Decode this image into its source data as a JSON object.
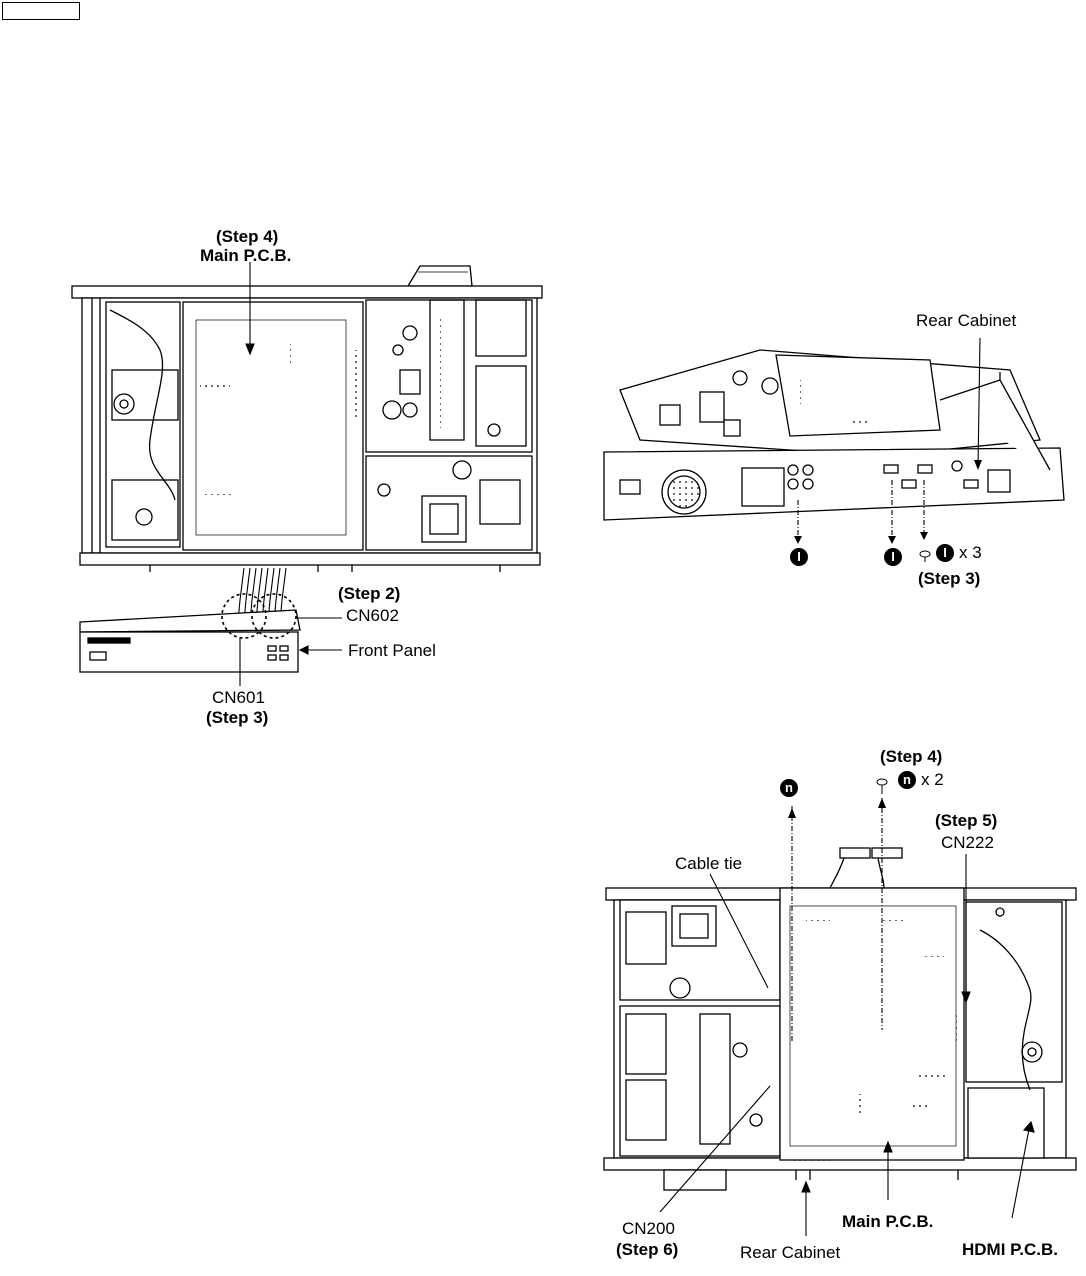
{
  "top_left": {
    "step4": "(Step 4)",
    "main_pcb": "Main P.C.B.",
    "step2": "(Step 2)",
    "cn602": "CN602",
    "front_panel": "Front Panel",
    "cn601": "CN601",
    "step3": "(Step 3)"
  },
  "top_right": {
    "rear_cabinet": "Rear Cabinet",
    "screw_mark": "I",
    "count": "x 3",
    "step3": "(Step 3)"
  },
  "bottom_right": {
    "step4": "(Step 4)",
    "screw_mark": "n",
    "count": "x 2",
    "step5": "(Step 5)",
    "cn222": "CN222",
    "cable_tie": "Cable tie",
    "cn200": "CN200",
    "step6": "(Step 6)",
    "rear_cabinet": "Rear Cabinet",
    "main_pcb": "Main P.C.B.",
    "hdmi_pcb": "HDMI P.C.B."
  }
}
